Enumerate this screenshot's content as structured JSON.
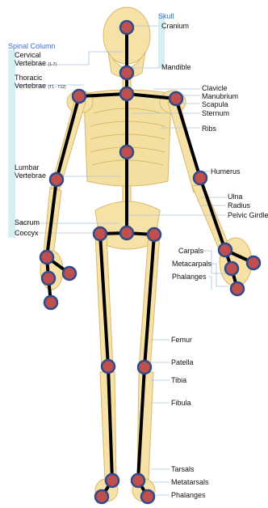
{
  "groups": {
    "skull": "Skull",
    "spinal_column": "Spinal Column"
  },
  "labels": {
    "cranium": "Cranium",
    "cervical": "Cervical",
    "cervical_vertebrae": "Vertebrae",
    "cervical_range": "(1-7)",
    "mandible": "Mandible",
    "thoracic": "Thoracic",
    "thoracic_vertebrae": "Vertebrae",
    "thoracic_range": "(T1 - T12)",
    "clavicle": "Clavicle",
    "manubrium": "Manubrium",
    "scapula": "Scapula",
    "sternum": "Sternum",
    "ribs": "Ribs",
    "lumbar": "Lumbar",
    "lumbar_vertebrae": "Vertebrae",
    "humerus": "Humerus",
    "ulna": "Ulna",
    "radius": "Radius",
    "pelvic_girdle": "Pelvic Girdle",
    "sacrum": "Sacrum",
    "coccyx": "Coccyx",
    "carpals": "Carpals",
    "metacarpals": "Metacarpals",
    "phalanges_hand": "Phalanges",
    "femur": "Femur",
    "patella": "Patella",
    "tibia": "Tibia",
    "fibula": "Fibula",
    "tarsals": "Tarsals",
    "metatarsals": "Metatarsals",
    "phalanges_foot": "Phalanges"
  },
  "colors": {
    "bone": "#f6e2a6",
    "bone_edge": "#d9b96a",
    "keypoint_fill": "#c0504d",
    "keypoint_ring": "#2f4b8c",
    "skeleton_line": "#000000",
    "group_bracket": "#d6eef2",
    "label_blue": "#3b6fd0"
  }
}
